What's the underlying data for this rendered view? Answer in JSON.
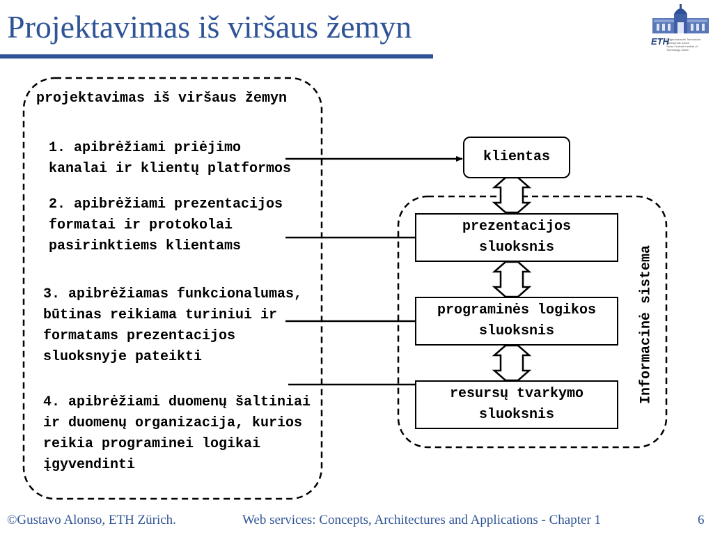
{
  "header": {
    "title": "Projektavimas iš viršaus žemyn",
    "logo": {
      "name": "eth-logo",
      "wordmark": "ETH",
      "subtitle_lines": [
        "Eidgenössische Technische Hochschule Zürich",
        "Swiss Federal Institute of Technology Zurich"
      ]
    }
  },
  "design_group": {
    "label": "projektavimas iš viršaus žemyn",
    "steps": [
      {
        "lines": [
          "1. apibrėžiami priėjimo",
          "kanalai ir klientų platformos"
        ]
      },
      {
        "lines": [
          "2. apibrėžiami prezentacijos",
          "formatai ir protokolai",
          "pasirinktiems klientams"
        ]
      },
      {
        "lines": [
          "3. apibrėžiamas funkcionalumas,",
          "būtinas reikiama turiniui ir",
          "formatams prezentacijos",
          "sluoksnyje pateikti"
        ]
      },
      {
        "lines": [
          "4. apibrėžiami duomenų šaltiniai",
          "ir duomenų organizacija, kurios",
          "reikia programinei logikai",
          "įgyvendinti"
        ]
      }
    ]
  },
  "architecture": {
    "client_label": "klientas",
    "layers": [
      {
        "lines": [
          "prezentacijos",
          "sluoksnis"
        ]
      },
      {
        "lines": [
          "programinės logikos",
          "sluoksnis"
        ]
      },
      {
        "lines": [
          "resursų tvarkymo",
          "sluoksnis"
        ]
      }
    ],
    "system_label": "Informacinė sistema"
  },
  "footer": {
    "copyright": "©Gustavo Alonso,  ETH Zürich.",
    "course": "Web services: Concepts, Architectures and Applications - Chapter 1",
    "page_number": "6"
  },
  "colors": {
    "title_blue": "#2f5496",
    "text": "#000000"
  }
}
